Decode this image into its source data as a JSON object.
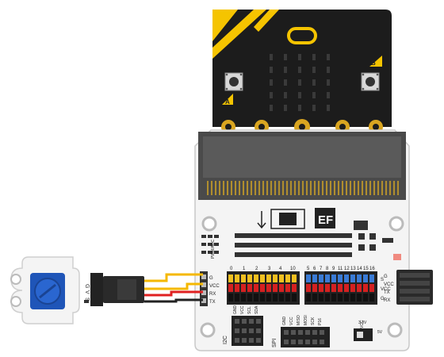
{
  "microbit": {
    "button_a_label": "A",
    "button_b_label": "B"
  },
  "expansion_board": {
    "logo_text": "EF",
    "analog_header_numbers": [
      "0",
      "1",
      "2",
      "3",
      "4",
      "10"
    ],
    "digital_header_numbers": [
      "5",
      "6",
      "7",
      "8",
      "9",
      "11",
      "12",
      "13",
      "14",
      "15",
      "16"
    ],
    "row_labels_left": [
      "G",
      "VCC",
      "S"
    ],
    "row_labels_right": [
      "S",
      "VCC",
      "G"
    ],
    "bottom_left_labels": [
      "I2C"
    ],
    "bottom_i2c_pins": [
      "GND",
      "VCC",
      "SCL",
      "SDA"
    ],
    "bottom_spi_label": "SPI",
    "bottom_spi_pins": [
      "GND",
      "VCC",
      "MISO",
      "MOSI",
      "SCK",
      "P16"
    ],
    "power_labels": [
      "3.3V",
      "VCC",
      "5V"
    ],
    "uart_labels_left": [
      "G",
      "VCC",
      "RX",
      "TX"
    ],
    "uart_labels_right": [
      "G",
      "VCC",
      "TX",
      "RX"
    ],
    "pwm_label": "PWM/ADC"
  },
  "potentiometer_module": {
    "pin_labels": [
      "G",
      "V",
      "S"
    ]
  },
  "colors": {
    "microbit_black": "#1c1c1c",
    "microbit_yellow": "#f5c400",
    "board_white": "#f4f4f4",
    "header_yellow": "#f0c020",
    "header_red": "#d42020",
    "header_blue": "#3a7bd5",
    "pot_blue": "#1f55b8",
    "wire_yellow": "#f5b800",
    "wire_red": "#e02020",
    "wire_black": "#222222"
  }
}
